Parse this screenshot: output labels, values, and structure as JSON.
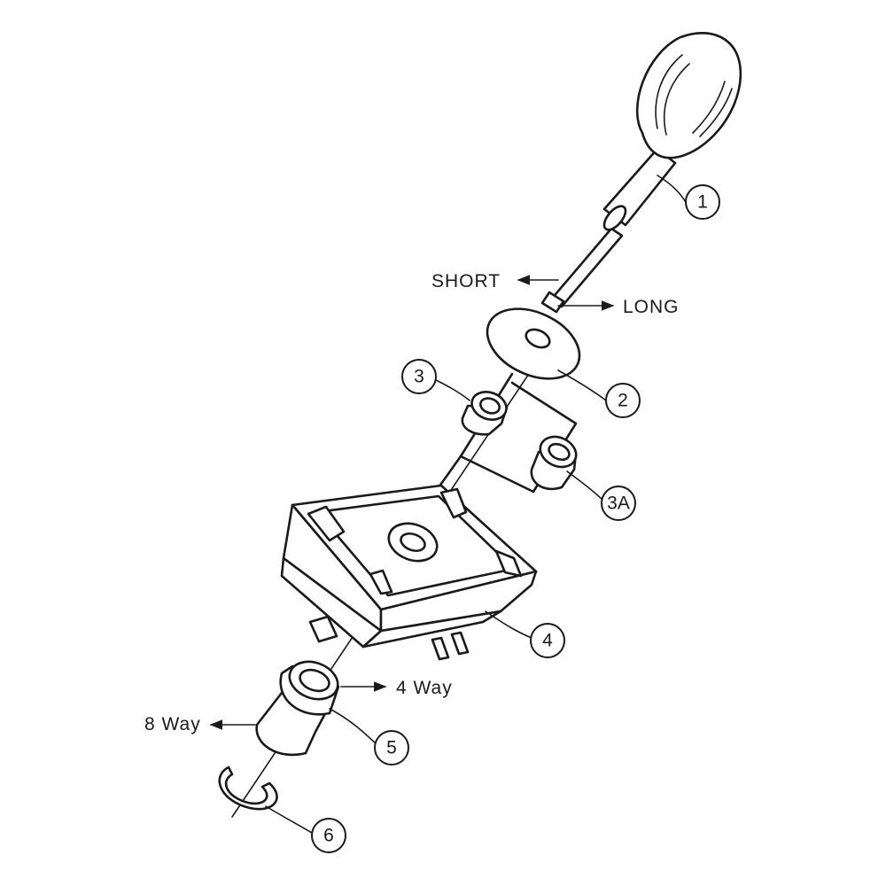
{
  "callouts": {
    "c1": "1",
    "c2": "2",
    "c3": "3",
    "c3a": "3A",
    "c4": "4",
    "c5": "5",
    "c6": "6"
  },
  "labels": {
    "short": "SHORT",
    "long": "LONG",
    "four_way": "4 Way",
    "eight_way": "8 Way"
  }
}
